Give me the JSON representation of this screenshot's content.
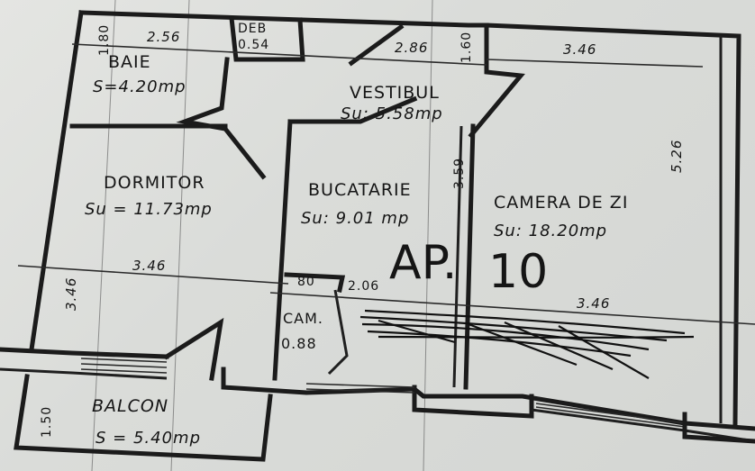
{
  "document": {
    "type": "apartment floor plan (hand-drawn)",
    "apartment_label": "AP.",
    "apartment_number": "10"
  },
  "rooms": {
    "baie": {
      "name": "BAIE",
      "area": "S=4.20mp",
      "width": "2.56",
      "height": "1.80"
    },
    "deb": {
      "name": "DEB",
      "area": "0.54"
    },
    "vestibul": {
      "name": "VESTIBUL",
      "area": "Su: 5.58mp",
      "width": "2.86",
      "height": "1.60"
    },
    "dormitor": {
      "name": "DORMITOR",
      "area": "Su = 11.73mp",
      "width": "3.46",
      "height": "3.46"
    },
    "bucatarie": {
      "name": "BUCATARIE",
      "area": "Su: 9.01 mp",
      "height": "3.59"
    },
    "camera_de_zi": {
      "name": "CAMERA DE ZI",
      "area": "Su: 18.20mp",
      "width_top": "3.46",
      "width_bottom": "3.46",
      "height": "5.26"
    },
    "camara": {
      "name": "CAM.",
      "area": "0.88",
      "width": "80",
      "extra_dim": "2.06"
    },
    "balcon": {
      "name": "BALCON",
      "area": "S = 5.40mp",
      "depth": "1.50"
    }
  },
  "redacted_text": "scribbled-out text"
}
